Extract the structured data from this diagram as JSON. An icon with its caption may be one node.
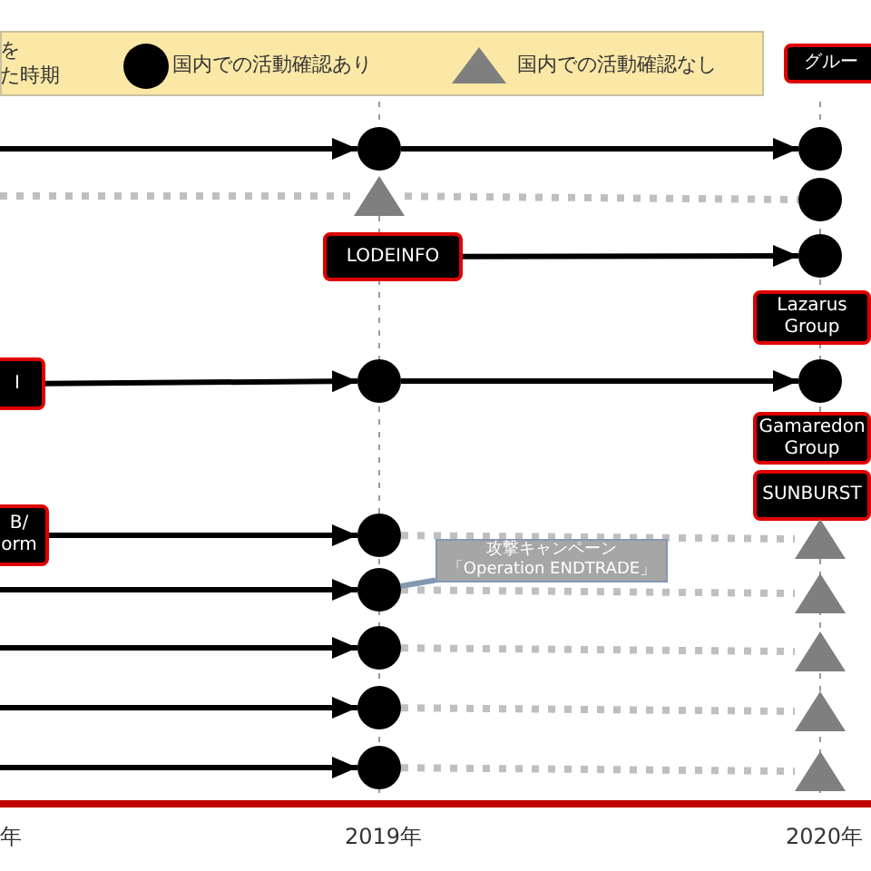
{
  "diagram": {
    "nodes": [
      {
        "text": [
          "グルー"
        ]
      },
      {
        "text": [],
        "shape": "circle"
      },
      {
        "text": [],
        "shape": "circle"
      },
      {
        "text": [],
        "shape": "triangle"
      },
      {
        "text": [],
        "shape": "circle"
      },
      {
        "text": [
          "LODEINFO"
        ]
      },
      {
        "text": [],
        "shape": "circle"
      },
      {
        "text": [
          "Lazarus Group"
        ]
      },
      {
        "text": [
          "I"
        ]
      },
      {
        "text": [],
        "shape": "circle"
      },
      {
        "text": [],
        "shape": "circle"
      },
      {
        "text": [
          "Gamaredon Group"
        ]
      },
      {
        "text": [
          "SUNBURST"
        ]
      },
      {
        "text": [
          "B/ orm"
        ]
      },
      {
        "text": [],
        "shape": "circle"
      },
      {
        "text": [],
        "shape": "triangle"
      },
      {
        "text": [],
        "shape": "circle"
      },
      {
        "text": [],
        "shape": "triangle"
      },
      {
        "text": [
          "攻撃キャンペーン「Operation ENDTRADE」"
        ]
      },
      {
        "text": [],
        "shape": "circle"
      },
      {
        "text": [],
        "shape": "triangle"
      },
      {
        "text": [],
        "shape": "circle"
      },
      {
        "text": [],
        "shape": "triangle"
      },
      {
        "text": [],
        "shape": "circle"
      },
      {
        "text": [],
        "shape": "triangle"
      }
    ],
    "edges": [
      {
        "from": null,
        "to": 1,
        "arrow": "to"
      },
      {
        "from": 1,
        "to": 2,
        "arrow": "to"
      },
      {
        "from": null,
        "to": 3,
        "arrow": "none",
        "style": "dashed",
        "color": "#bfbfbf"
      },
      {
        "from": 3,
        "to": 4,
        "arrow": "none",
        "style": "dashed",
        "color": "#bfbfbf"
      },
      {
        "from": 5,
        "to": 6,
        "arrow": "to"
      },
      {
        "from": 8,
        "to": 9,
        "arrow": "to"
      },
      {
        "from": 9,
        "to": 10,
        "arrow": "to"
      },
      {
        "from": 13,
        "to": 14,
        "arrow": "to"
      },
      {
        "from": 14,
        "to": 15,
        "arrow": "none",
        "style": "dashed",
        "color": "#bfbfbf"
      },
      {
        "from": null,
        "to": 16,
        "arrow": "to"
      },
      {
        "from": 16,
        "to": 17,
        "arrow": "none",
        "style": "dashed",
        "color": "#bfbfbf"
      },
      {
        "from": 18,
        "to": 16,
        "arrow": "none",
        "color": "#8497b0"
      },
      {
        "from": null,
        "to": 19,
        "arrow": "to"
      },
      {
        "from": 19,
        "to": 20,
        "arrow": "none",
        "style": "dashed",
        "color": "#bfbfbf"
      },
      {
        "from": null,
        "to": 21,
        "arrow": "to"
      },
      {
        "from": 21,
        "to": 22,
        "arrow": "none",
        "style": "dashed",
        "color": "#bfbfbf"
      },
      {
        "from": null,
        "to": 23,
        "arrow": "to"
      },
      {
        "from": 23,
        "to": 24,
        "arrow": "none",
        "style": "dashed",
        "color": "#bfbfbf"
      }
    ],
    "labels": [
      "を",
      "た時期",
      "年",
      "2019年",
      "2020年"
    ],
    "legend": [
      {
        "text": "国内での活動確認あり"
      },
      {
        "text": "国内での活動確認なし"
      }
    ]
  }
}
